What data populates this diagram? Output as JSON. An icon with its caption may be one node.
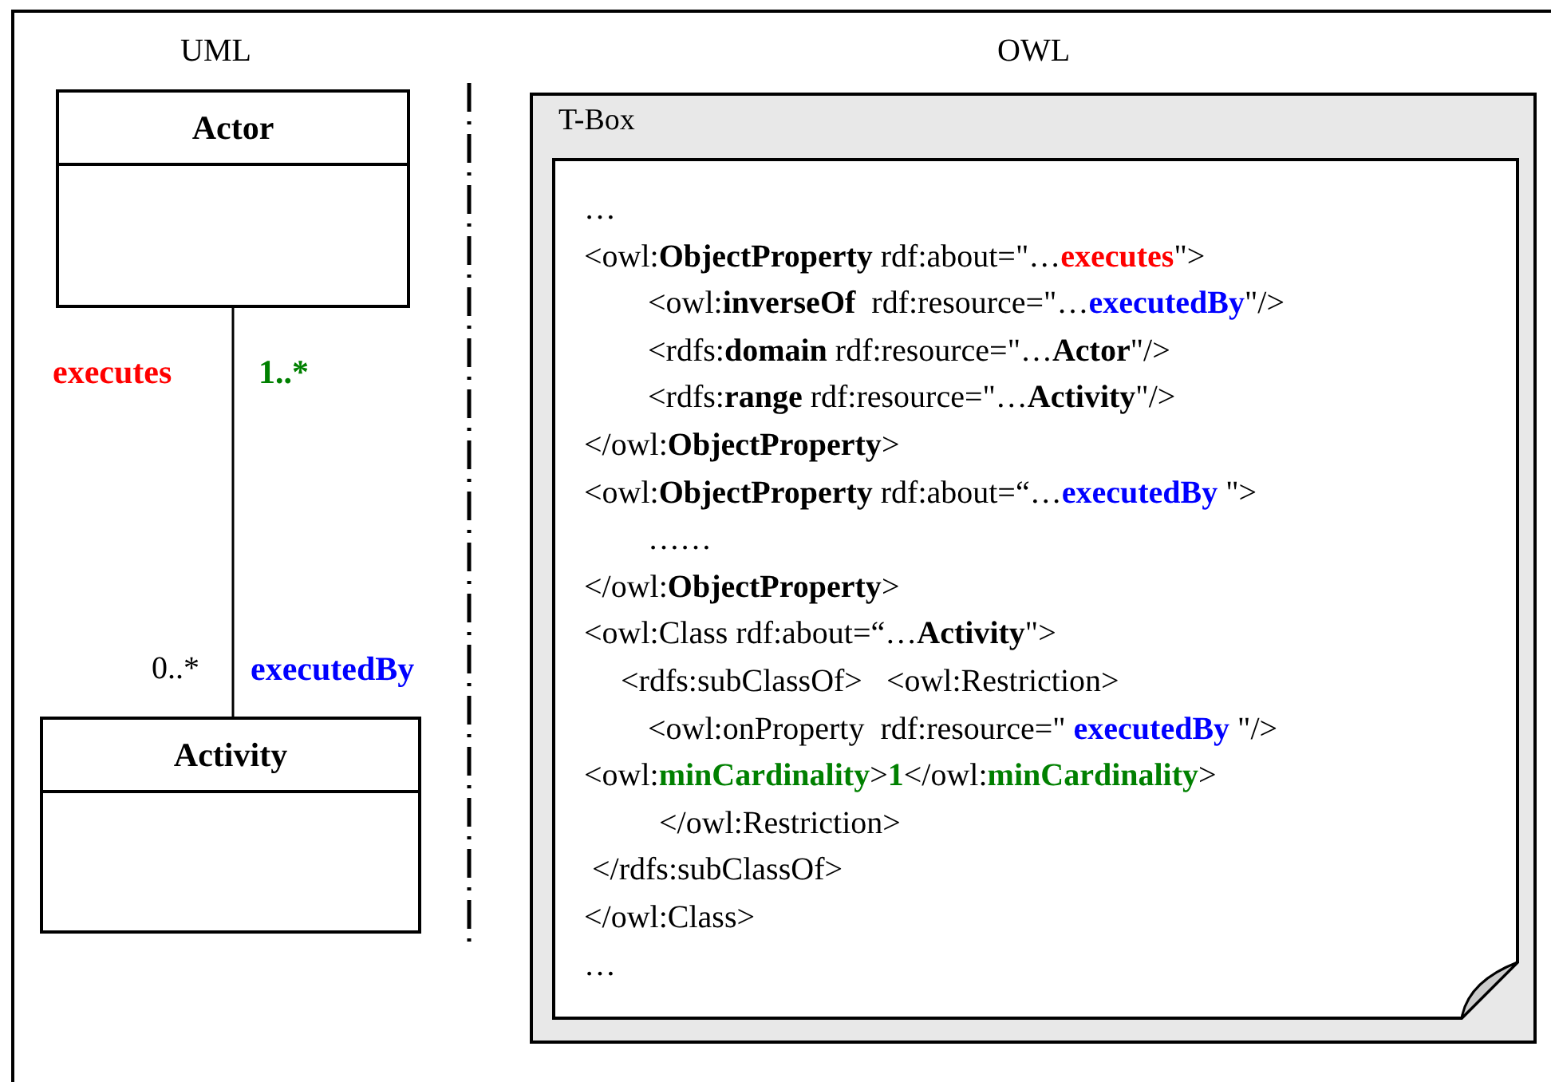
{
  "diagram": {
    "nodes": [
      {
        "text": [
          "Actor"
        ]
      },
      {
        "text": [
          "Activity"
        ]
      },
      {
        "text": [
          "T-Box"
        ]
      },
      {
        "text": [
          "…",
          "<owl:**ObjectProperty** rdf:about=\"…**executes**\">",
          "<owl:**inverseOf**  rdf:resource=\"…**executedBy**\"/>",
          "<rdfs:**domain** rdf:resource=\"…**Actor**\"/>",
          "<rdfs:**range** rdf:resource=\"…**Activity**\"/>",
          "</owl:**ObjectProperty**>",
          "<owl:**ObjectProperty** rdf:about=“…**executedBy** \">",
          "……",
          "</owl:**ObjectProperty**>",
          "<owl:Class rdf:about=“…**Activity**\">",
          "<rdfs:subClassOf>   <owl:Restriction>",
          "<owl:onProperty  rdf:resource=\" **executedBy** \"/>",
          "<owl:**minCardinality**>**1**</owl:**minCardinality**>",
          "</owl:Restriction>",
          "</rdfs:subClassOf>",
          "</owl:Class>",
          "…"
        ],
        "in": 2
      }
    ],
    "edges": [
      {
        "from": 0,
        "to": 1,
        "arrow": "none",
        "label": "executes"
      }
    ],
    "labels": [
      "UML",
      "OWL",
      "1..*",
      "0..*",
      "executedBy"
    ]
  }
}
